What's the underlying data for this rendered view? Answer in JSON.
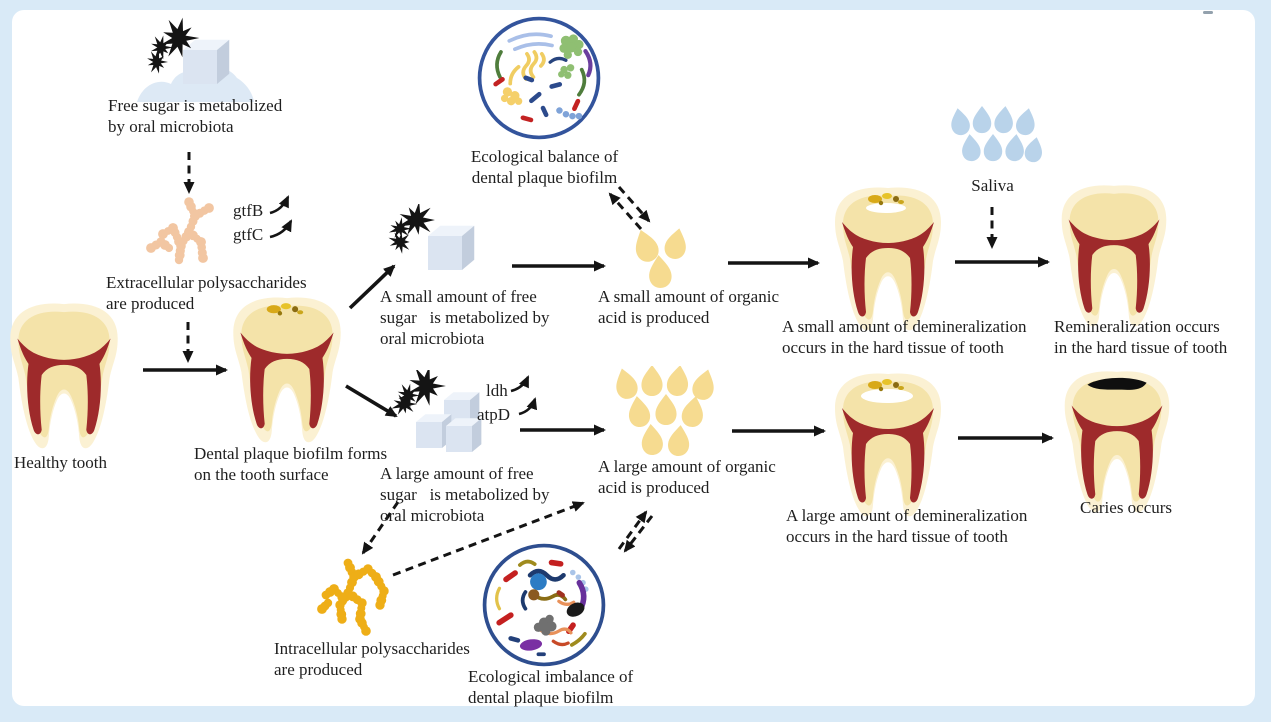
{
  "diagram": {
    "title_context": "Dental caries formation pathway",
    "genes": {
      "gtfB": "gtfB",
      "gtfC": "gtfC",
      "ldh": "ldh",
      "atpD": "atpD"
    },
    "nodes": {
      "free_sugar": {
        "lines": [
          "Free sugar is metabolized",
          "by oral microbiota"
        ]
      },
      "extracellular": {
        "lines": [
          "Extracellular polysaccharides",
          "are produced"
        ]
      },
      "healthy_tooth": {
        "label": "Healthy tooth"
      },
      "plaque": {
        "lines": [
          "Dental plaque biofilm forms",
          "on the tooth surface"
        ]
      },
      "small_sugar": {
        "lines": [
          "A small amount of free",
          "sugar   is metabolized by",
          "oral microbiota"
        ]
      },
      "eco_balance": {
        "lines": [
          "Ecological balance of",
          "dental plaque biofilm"
        ]
      },
      "small_acid": {
        "lines": [
          "A small amount of organic",
          "acid is produced"
        ]
      },
      "small_demin": {
        "lines": [
          "A small amount of demineralization",
          "occurs in the hard tissue of tooth"
        ]
      },
      "saliva": {
        "label": "Saliva"
      },
      "remin": {
        "lines": [
          "Remineralization occurs",
          "in the hard tissue of tooth"
        ]
      },
      "large_sugar": {
        "lines": [
          "A large amount of free",
          "sugar   is metabolized by",
          "oral microbiota"
        ]
      },
      "large_acid": {
        "lines": [
          "A large amount of organic",
          "acid is produced"
        ]
      },
      "large_demin": {
        "lines": [
          "A large amount of demineralization",
          "occurs in the hard tissue of tooth"
        ]
      },
      "caries": {
        "label": "Caries occurs"
      },
      "intracellular": {
        "lines": [
          "Intracellular polysaccharides",
          "are produced"
        ]
      },
      "eco_imbalance": {
        "lines": [
          "Ecological imbalance of",
          "dental plaque biofilm"
        ]
      }
    },
    "icons": {
      "sugar-pile": "sugar-cube-with-microbes-icon",
      "sugar-small": "small-sugar-cube-with-microbes-icon",
      "sugar-large": "large-sugar-cubes-with-microbes-icon",
      "molecule-extracellular": "extracellular-polysaccharide-molecule-icon",
      "molecule-intracellular": "intracellular-polysaccharide-molecule-icon",
      "tooth-healthy": "healthy-molar-tooth-icon",
      "tooth-plaque": "tooth-with-plaque-biofilm-icon",
      "tooth-demin-small": "tooth-small-demineralization-icon",
      "tooth-demin-large": "tooth-large-demineralization-icon",
      "tooth-remin": "remineralized-tooth-icon",
      "tooth-caries": "tooth-with-caries-cavity-icon",
      "acid-small": "small-organic-acid-droplets-icon",
      "acid-large": "large-organic-acid-droplets-icon",
      "saliva": "saliva-droplets-icon",
      "biofilm-balance": "balanced-biofilm-microbiota-circle-icon",
      "biofilm-imbalance": "imbalanced-biofilm-microbiota-circle-icon"
    },
    "colors": {
      "background": "#d9eaf7",
      "panel": "#ffffff",
      "arrow": "#141414",
      "microbe": "#141414",
      "sugar_cube": "#dbe4f1",
      "tooth_body": "#f4e3a9",
      "tooth_halo": "#fbf1d3",
      "tooth_pulp": "#9e2a2b",
      "organic_acid": "#f6db90",
      "saliva_drop": "#b9d3ea",
      "extracellular_molecule": "#f2c6a2",
      "intracellular_molecule": "#eeae17",
      "biofilm_ring": "#33549c"
    }
  }
}
